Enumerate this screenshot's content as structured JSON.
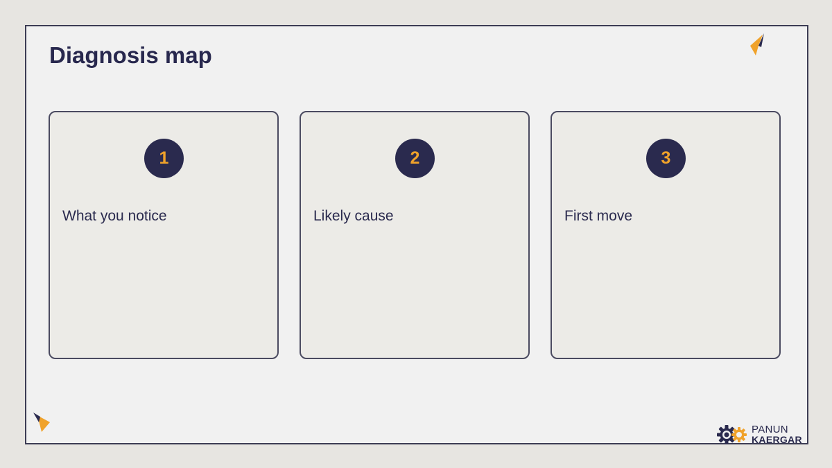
{
  "slide": {
    "title": "Diagnosis map"
  },
  "cards": [
    {
      "number": "1",
      "label": "What you notice"
    },
    {
      "number": "2",
      "label": "Likely cause"
    },
    {
      "number": "3",
      "label": "First move"
    }
  ],
  "brand": {
    "line1": "PANUN",
    "line2": "KAERGAR",
    "icon": "gear-icon"
  },
  "colors": {
    "navy": "#2a2a4e",
    "accent": "#f0a22a",
    "background": "#e7e5e1",
    "slide": "#f1f1f1"
  }
}
